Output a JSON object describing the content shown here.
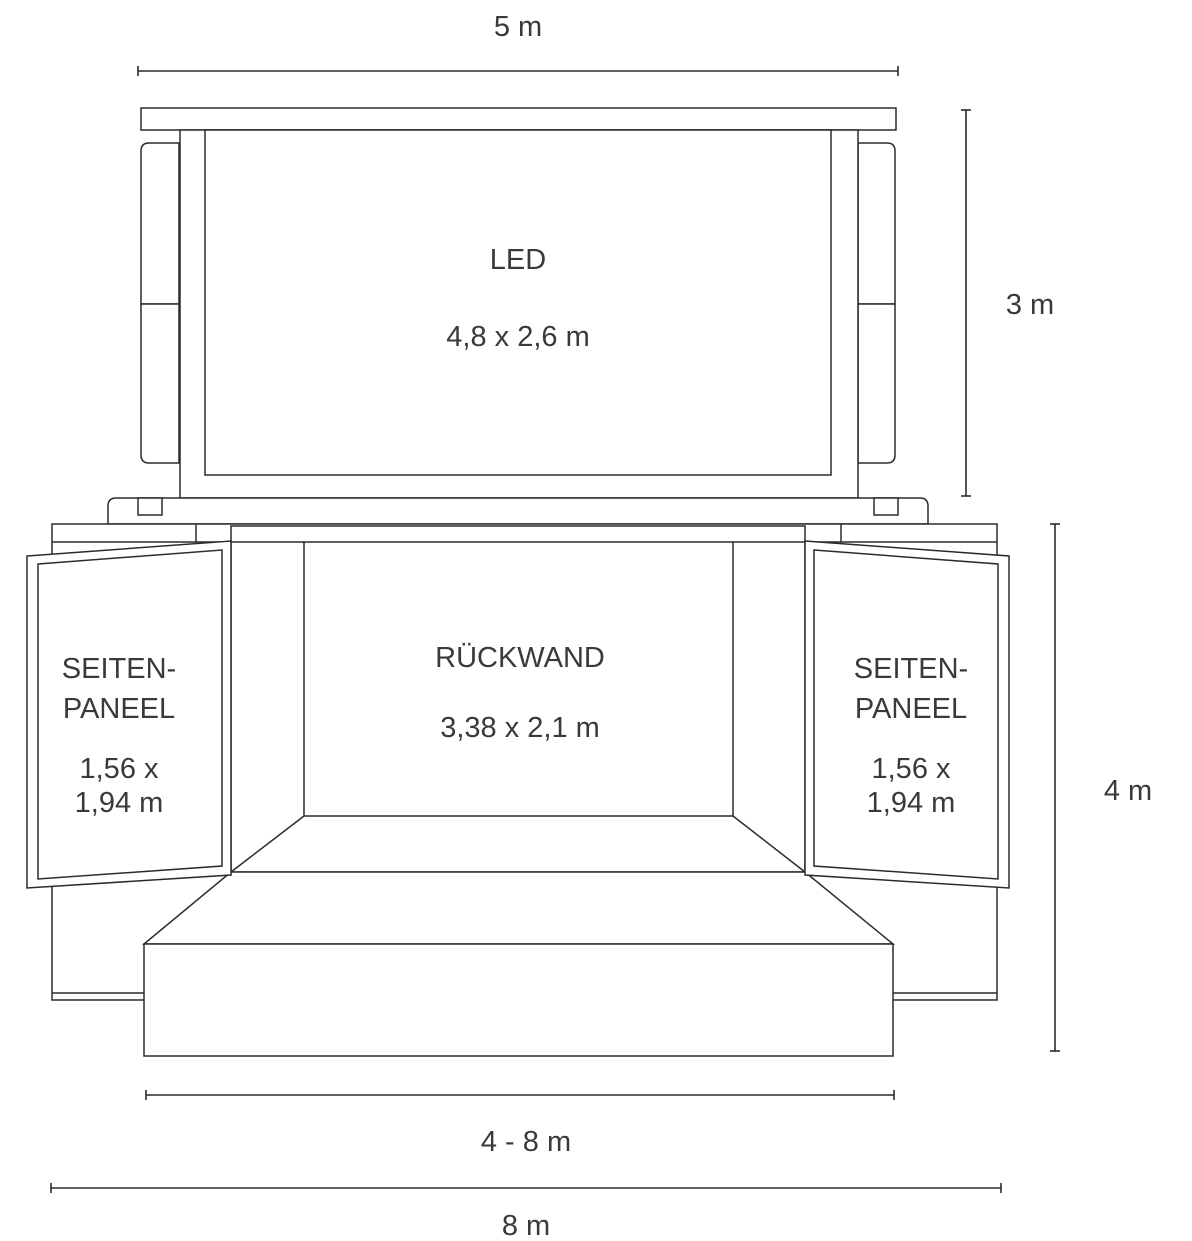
{
  "dimensions": {
    "top_width": "5 m",
    "led_height": "3 m",
    "stage_height": "4 m",
    "front_width": "4 - 8 m",
    "total_width": "8 m"
  },
  "panels": {
    "led": {
      "name": "LED",
      "size": "4,8 x 2,6 m"
    },
    "backwall": {
      "name": "RÜCKWAND",
      "size": "3,38 x 2,1 m"
    },
    "side_left": {
      "name_line1": "SEITEN-",
      "name_line2": "PANEEL",
      "size_line1": "1,56 x",
      "size_line2": "1,94 m"
    },
    "side_right": {
      "name_line1": "SEITEN-",
      "name_line2": "PANEEL",
      "size_line1": "1,56 x",
      "size_line2": "1,94 m"
    }
  }
}
